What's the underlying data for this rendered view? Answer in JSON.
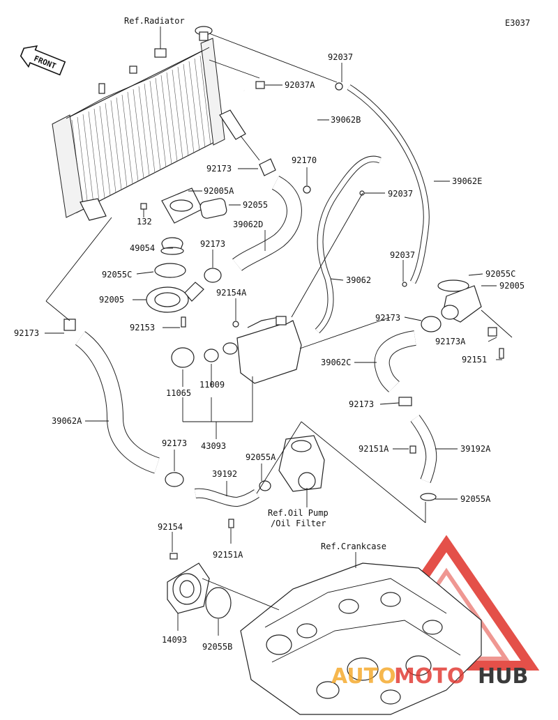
{
  "diagram_code": "E3037",
  "front_label": "FRONT",
  "references": {
    "radiator": "Ref.Radiator",
    "oil_pump_line1": "Ref.Oil Pump",
    "oil_pump_line2": "/Oil Filter",
    "crankcase": "Ref.Crankcase"
  },
  "watermark": {
    "part1": "AUTO",
    "part2": "MOTO",
    "part3": "HUB",
    "color_red": "#e0322a",
    "color_orange": "#f5a623",
    "color_dark": "#3a3a3a"
  },
  "part_labels": [
    {
      "id": "p92037-top",
      "text": "92037"
    },
    {
      "id": "p92037A",
      "text": "92037A"
    },
    {
      "id": "p39062B",
      "text": "39062B"
    },
    {
      "id": "p92170",
      "text": "92170"
    },
    {
      "id": "p92037-mid",
      "text": "92037"
    },
    {
      "id": "p39062E",
      "text": "39062E"
    },
    {
      "id": "p92173-a",
      "text": "92173"
    },
    {
      "id": "p92005A",
      "text": "92005A"
    },
    {
      "id": "p92055",
      "text": "92055"
    },
    {
      "id": "p132",
      "text": "132"
    },
    {
      "id": "p39062D",
      "text": "39062D"
    },
    {
      "id": "p49054",
      "text": "49054"
    },
    {
      "id": "p92173-b",
      "text": "92173"
    },
    {
      "id": "p92055C-l",
      "text": "92055C"
    },
    {
      "id": "p92037-r",
      "text": "92037"
    },
    {
      "id": "p39062",
      "text": "39062"
    },
    {
      "id": "p92055C-r",
      "text": "92055C"
    },
    {
      "id": "p92005-r",
      "text": "92005"
    },
    {
      "id": "p92154A",
      "text": "92154A"
    },
    {
      "id": "p92005-l",
      "text": "92005"
    },
    {
      "id": "p92173-c",
      "text": "92173"
    },
    {
      "id": "p92153",
      "text": "92153"
    },
    {
      "id": "p92173-left",
      "text": "92173"
    },
    {
      "id": "p92173A",
      "text": "92173A"
    },
    {
      "id": "p92151",
      "text": "92151"
    },
    {
      "id": "p39062C",
      "text": "39062C"
    },
    {
      "id": "p11065",
      "text": "11065"
    },
    {
      "id": "p11009",
      "text": "11009"
    },
    {
      "id": "p92173-d",
      "text": "92173"
    },
    {
      "id": "p39062A",
      "text": "39062A"
    },
    {
      "id": "p43093",
      "text": "43093"
    },
    {
      "id": "p92151A-r",
      "text": "92151A"
    },
    {
      "id": "p39192A",
      "text": "39192A"
    },
    {
      "id": "p92173-e",
      "text": "92173"
    },
    {
      "id": "p92055A-c",
      "text": "92055A"
    },
    {
      "id": "p39192",
      "text": "39192"
    },
    {
      "id": "p92055A-r",
      "text": "92055A"
    },
    {
      "id": "p92154",
      "text": "92154"
    },
    {
      "id": "p92151A-b",
      "text": "92151A"
    },
    {
      "id": "p14093",
      "text": "14093"
    },
    {
      "id": "p92055B",
      "text": "92055B"
    }
  ]
}
